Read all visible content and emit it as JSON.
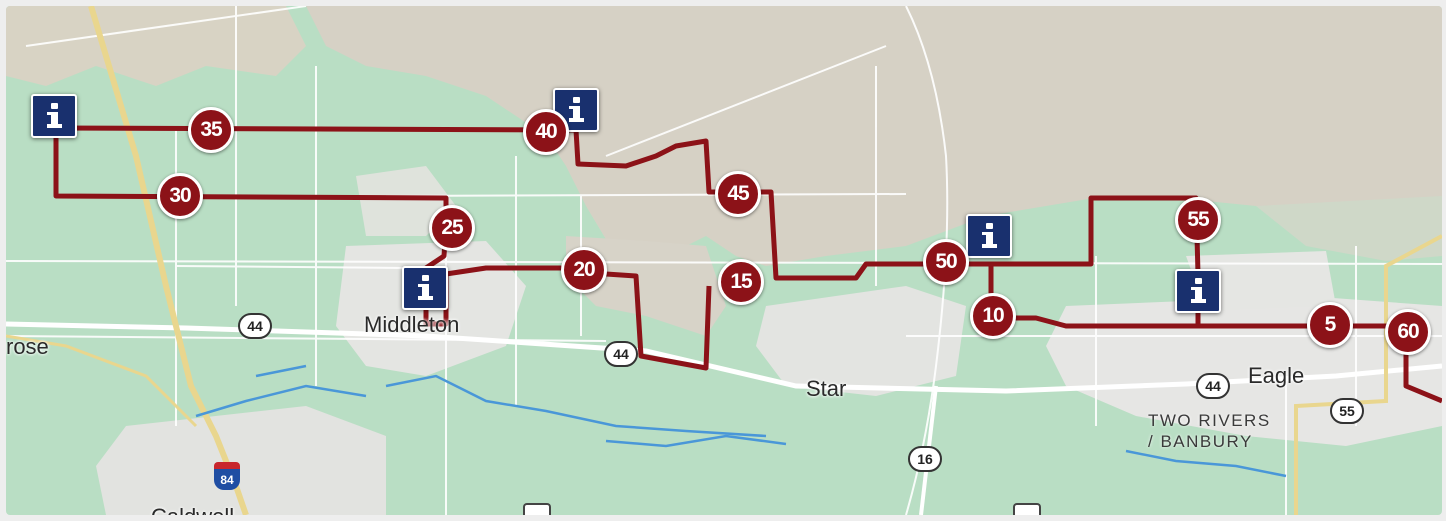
{
  "map": {
    "colors": {
      "land_green": "#b5dcbf",
      "terrain_beige": "#d6d2c6",
      "urban_gray": "#e7e7e5",
      "route": "#8c1218",
      "marker_fill": "#8c1218",
      "info_fill": "#19306e",
      "water": "#4a97d8",
      "road_yellow": "#e9d68e",
      "road_white": "#ffffff"
    },
    "places": {
      "middleton": "Middleton",
      "rose": "rose",
      "star": "Star",
      "eagle": "Eagle",
      "two_rivers_line1": "TWO RIVERS",
      "two_rivers_line2": "/ BANBURY",
      "caldwell": "Caldwell"
    },
    "highway_shields": {
      "sh44_west": "44",
      "sh44_center": "44",
      "sh44_east": "44",
      "sh55": "55",
      "sh16": "16",
      "interstate_84": "84",
      "us_south_1": "",
      "us_south_2": ""
    },
    "mile_markers": {
      "m5": "5",
      "m10": "10",
      "m15": "15",
      "m20": "20",
      "m25": "25",
      "m30": "30",
      "m35": "35",
      "m40": "40",
      "m45": "45",
      "m50": "50",
      "m55": "55",
      "m60": "60"
    },
    "info_icons": [
      "info",
      "info",
      "info",
      "info",
      "info"
    ]
  }
}
